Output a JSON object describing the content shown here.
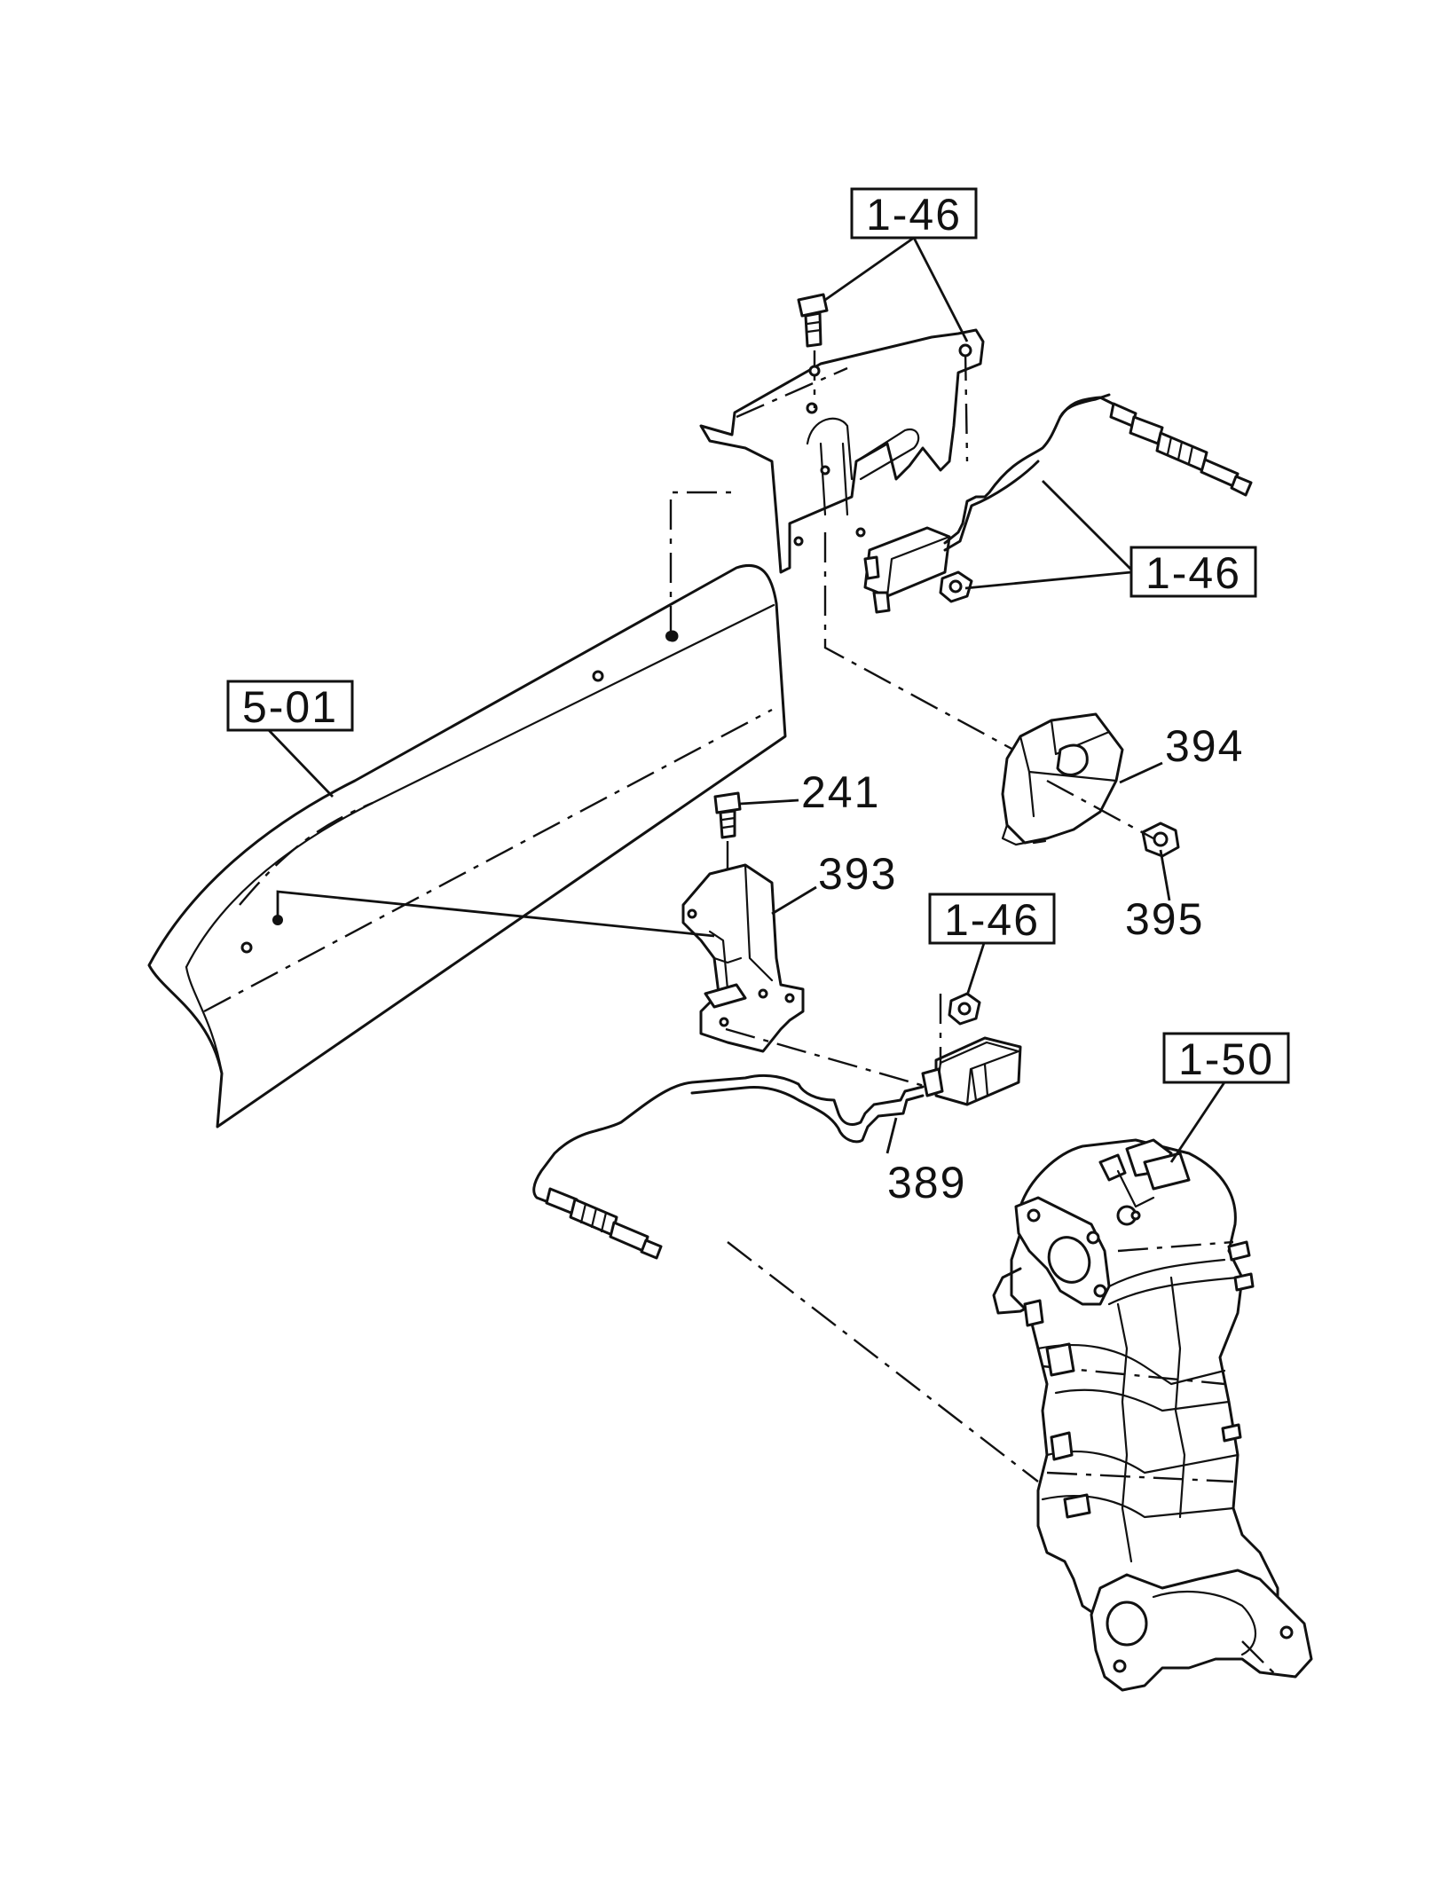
{
  "callouts": {
    "ref_top": "1-46",
    "ref_sensor_upper": "1-46",
    "ref_frame": "5-01",
    "ref_nut_lower": "1-46",
    "ref_catalyst": "1-50"
  },
  "parts": {
    "bolt": "241",
    "bracket": "393",
    "cover": "394",
    "nut": "395",
    "oxygen_sensor": "389"
  }
}
